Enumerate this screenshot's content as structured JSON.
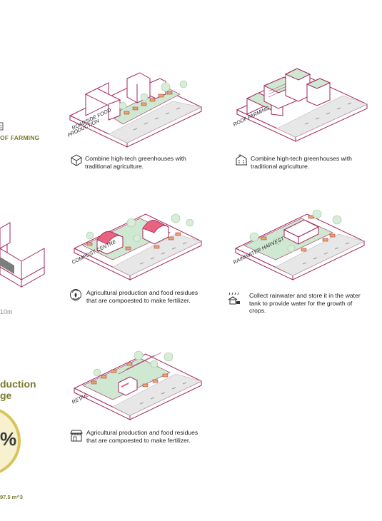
{
  "colors": {
    "outline": "#a3265a",
    "road": "#e7e7e7",
    "green": "#cfe8d2",
    "olive": "#7a7a2e",
    "gold": "#d8c45b"
  },
  "left_partial": {
    "farming_label": "OF FARMING",
    "scale_label": "10m",
    "production_title_line1": "duction",
    "production_title_line2": "ge",
    "volume_label": "97.5 m^3",
    "percent_glyph": "%"
  },
  "panels": [
    {
      "id": "roadside",
      "label_line1": "ROADSIDE FOOD",
      "label_line2": "PRODUCTION",
      "icon": "box-greenhouse-icon",
      "caption_line1": "Combine high-tech greenhouses with",
      "caption_line2": "traditional agriculture."
    },
    {
      "id": "roof",
      "label_line1": "ROOF FARMING",
      "icon": "building-icon",
      "caption_line1": "Combine high-tech greenhouses with",
      "caption_line2": "traditional agriculture."
    },
    {
      "id": "compost",
      "label_line1": "COMPOST CENTRE",
      "icon": "compost-icon",
      "caption_line1": "Agricultural production and food residues",
      "caption_line2": "that are compoested to make fertilizer."
    },
    {
      "id": "rainwater",
      "label_line1": "RAINWATER HARVEST",
      "icon": "rain-tank-icon",
      "caption_line1": "Collect rainwater and store it in the water",
      "caption_line2": "tank to provide water for the growth of",
      "caption_line3": "crops."
    },
    {
      "id": "retail",
      "label_line1": "RETAIL",
      "icon": "shop-icon",
      "caption_line1": "Agricultural production and food residues",
      "caption_line2": "that are compoested to make fertilizer."
    }
  ]
}
